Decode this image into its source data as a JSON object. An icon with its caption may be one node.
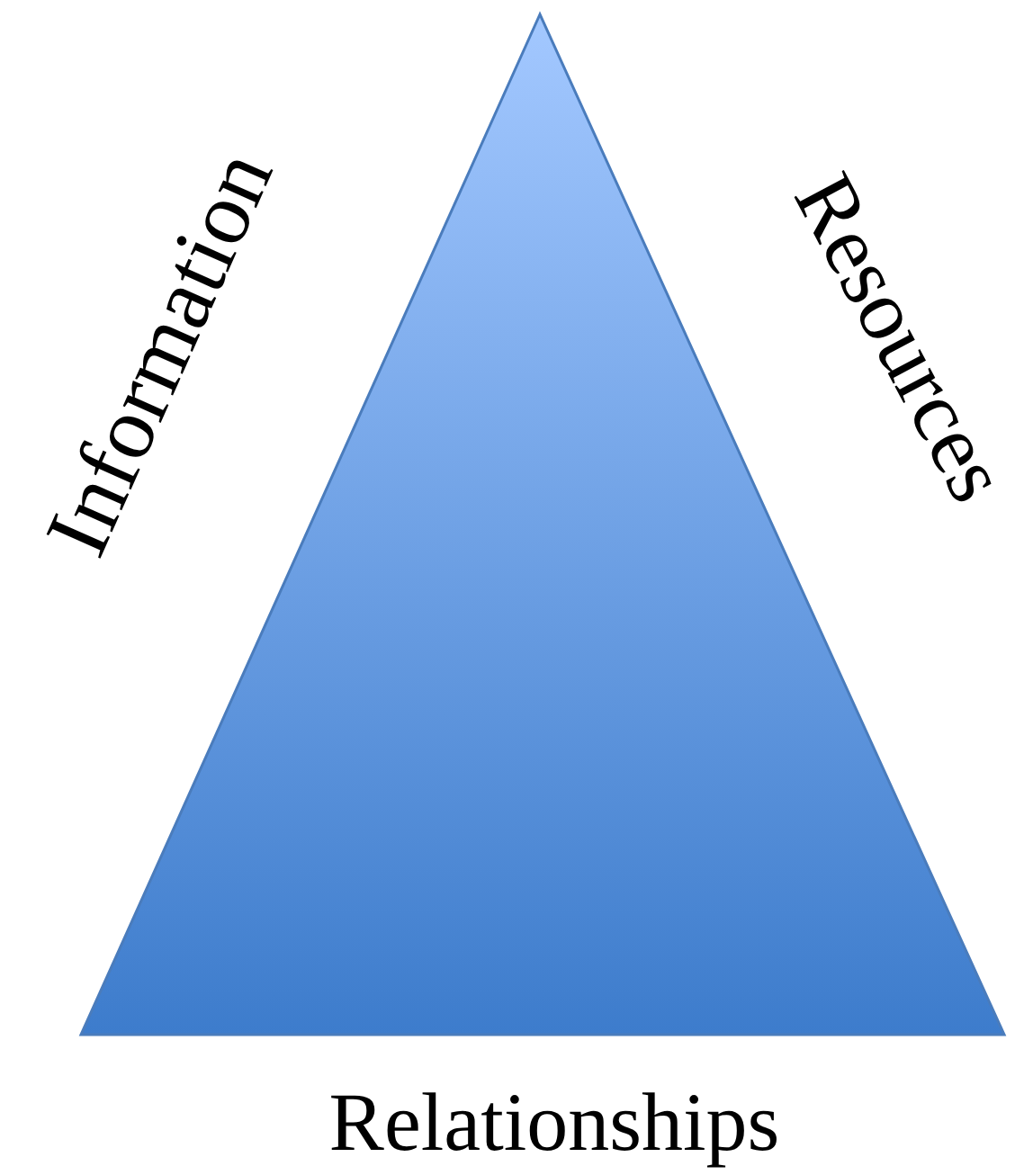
{
  "diagram": {
    "labels": [
      "Information",
      "Resources",
      "Relationships"
    ]
  }
}
